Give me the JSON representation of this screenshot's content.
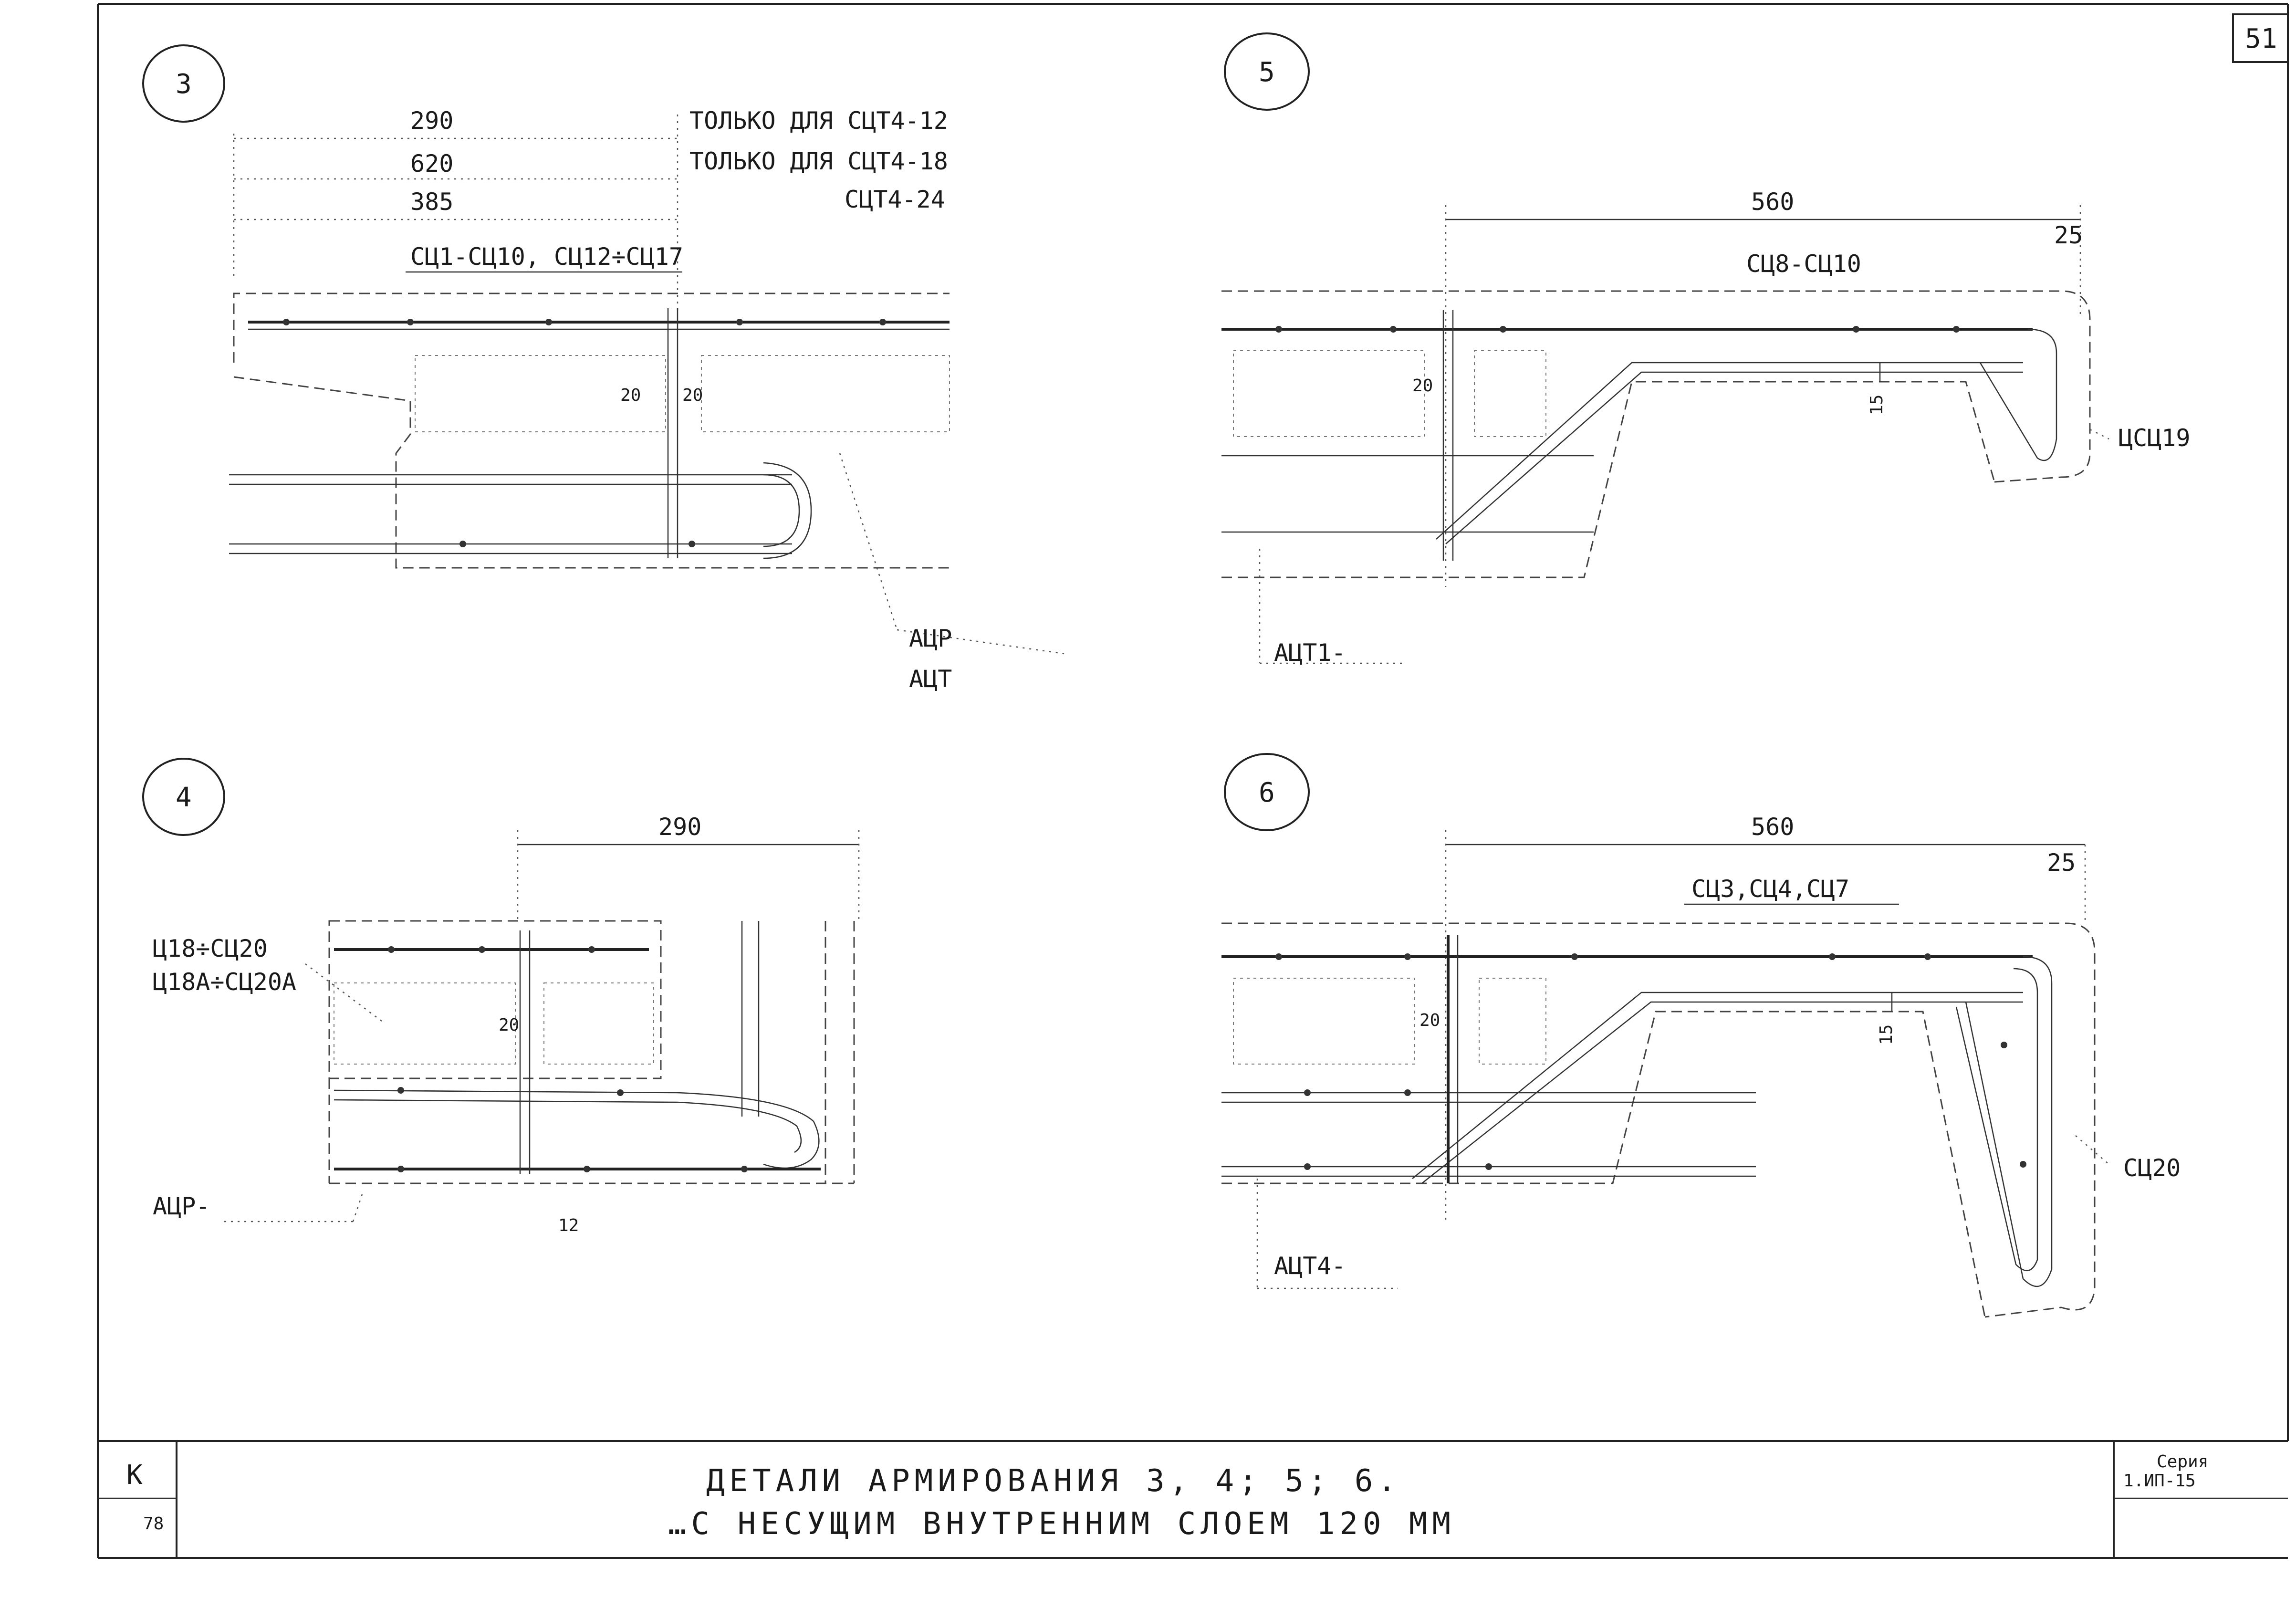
{
  "sheet_number": "51",
  "details": {
    "d3": {
      "number": "3",
      "dims": [
        "290",
        "620",
        "385"
      ],
      "notes": [
        "ТОЛЬКО ДЛЯ СЦТ4-12",
        "ТОЛЬКО ДЛЯ СЦТ4-18",
        "СЦТ4-24"
      ],
      "rebar_label": "СЦ1-СЦ10, СЦ12÷СЦ17",
      "small_dims": [
        "20",
        "20"
      ],
      "anchors": [
        "АЦР",
        "АЦТ"
      ]
    },
    "d4": {
      "number": "4",
      "dim_top": "290",
      "labels": [
        "Ц18÷СЦ20",
        "Ц18А÷СЦ20А"
      ],
      "small_dim": "20",
      "anchor": "АЦР-",
      "bottom_dim": "12"
    },
    "d5": {
      "number": "5",
      "dim_top": "560",
      "dim_right": "25",
      "rebar_label": "СЦ8-СЦ10",
      "dim_15": "15",
      "side_label": "ЦСЦ19",
      "small_dim": "20",
      "anchor": "АЦТ1-"
    },
    "d6": {
      "number": "6",
      "dim_top": "560",
      "dim_right": "25",
      "rebar_label": "СЦ3,СЦ4,СЦ7",
      "dim_15": "15",
      "side_label": "СЦ20",
      "small_dim": "20",
      "anchor": "АЦТ4-"
    }
  },
  "title_block": {
    "line1": "ДЕТАЛИ АРМИРОВАНИЯ 3, 4; 5; 6.",
    "line2": "…С НЕСУЩИМ ВНУТРЕННИМ СЛОЕМ 120 ММ",
    "left_code": "К",
    "left_sub": "78",
    "series_label": "Серия",
    "series_value": "1.ИП-15"
  }
}
